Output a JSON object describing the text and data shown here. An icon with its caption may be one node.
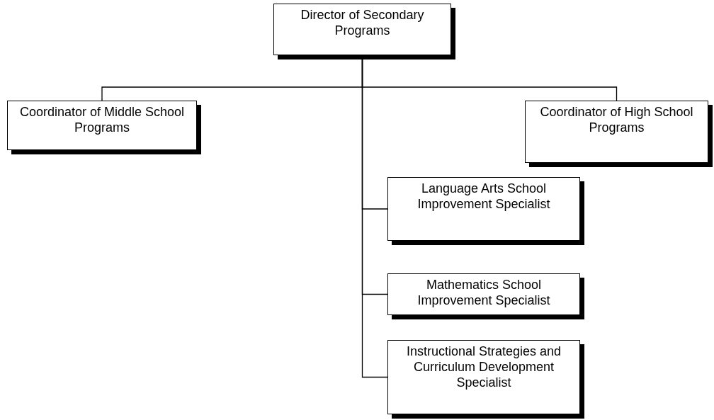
{
  "diagram": {
    "nodes": [
      {
        "text": [
          "Director of Secondary Programs"
        ]
      },
      {
        "text": [
          "Coordinator of Middle School Programs"
        ]
      },
      {
        "text": [
          "Coordinator of High School Programs"
        ]
      },
      {
        "text": [
          "Language Arts School Improvement Specialist"
        ]
      },
      {
        "text": [
          "Mathematics School Improvement Specialist"
        ]
      },
      {
        "text": [
          "Instructional Strategies and Curriculum Development Specialist"
        ]
      }
    ],
    "edges": [
      {
        "from": 0,
        "to": 1,
        "arrow": "none"
      },
      {
        "from": 0,
        "to": 2,
        "arrow": "none"
      },
      {
        "from": 0,
        "to": 3,
        "arrow": "none"
      },
      {
        "from": 0,
        "to": 4,
        "arrow": "none"
      },
      {
        "from": 0,
        "to": 5,
        "arrow": "none"
      }
    ]
  }
}
